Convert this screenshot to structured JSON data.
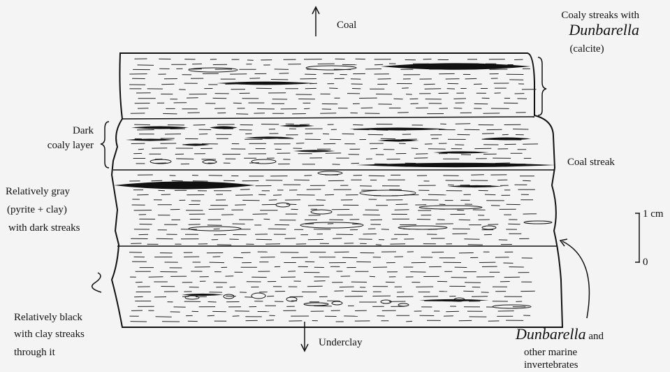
{
  "labels": {
    "coal": "Coal",
    "coaly_streaks_line1": "Coaly streaks with",
    "dunbarella_top": "Dunbarella",
    "calcite": "(calcite)",
    "dark_coaly_line1": "Dark",
    "dark_coaly_line2": "coaly layer",
    "coal_streak": "Coal  streak",
    "gray_line1": "Relatively gray",
    "gray_line2": "(pyrite + clay)",
    "gray_line3": "with dark streaks",
    "scale_top": "1 cm",
    "scale_bottom": "0",
    "black_line1": "Relatively black",
    "black_line2": "with clay streaks",
    "black_line3": "through it",
    "underclay": "Underclay",
    "dunbarella_bottom": "Dunbarella",
    "dunbarella_and": "and",
    "marine_line2": "other marine",
    "marine_line3": "invertebrates"
  }
}
